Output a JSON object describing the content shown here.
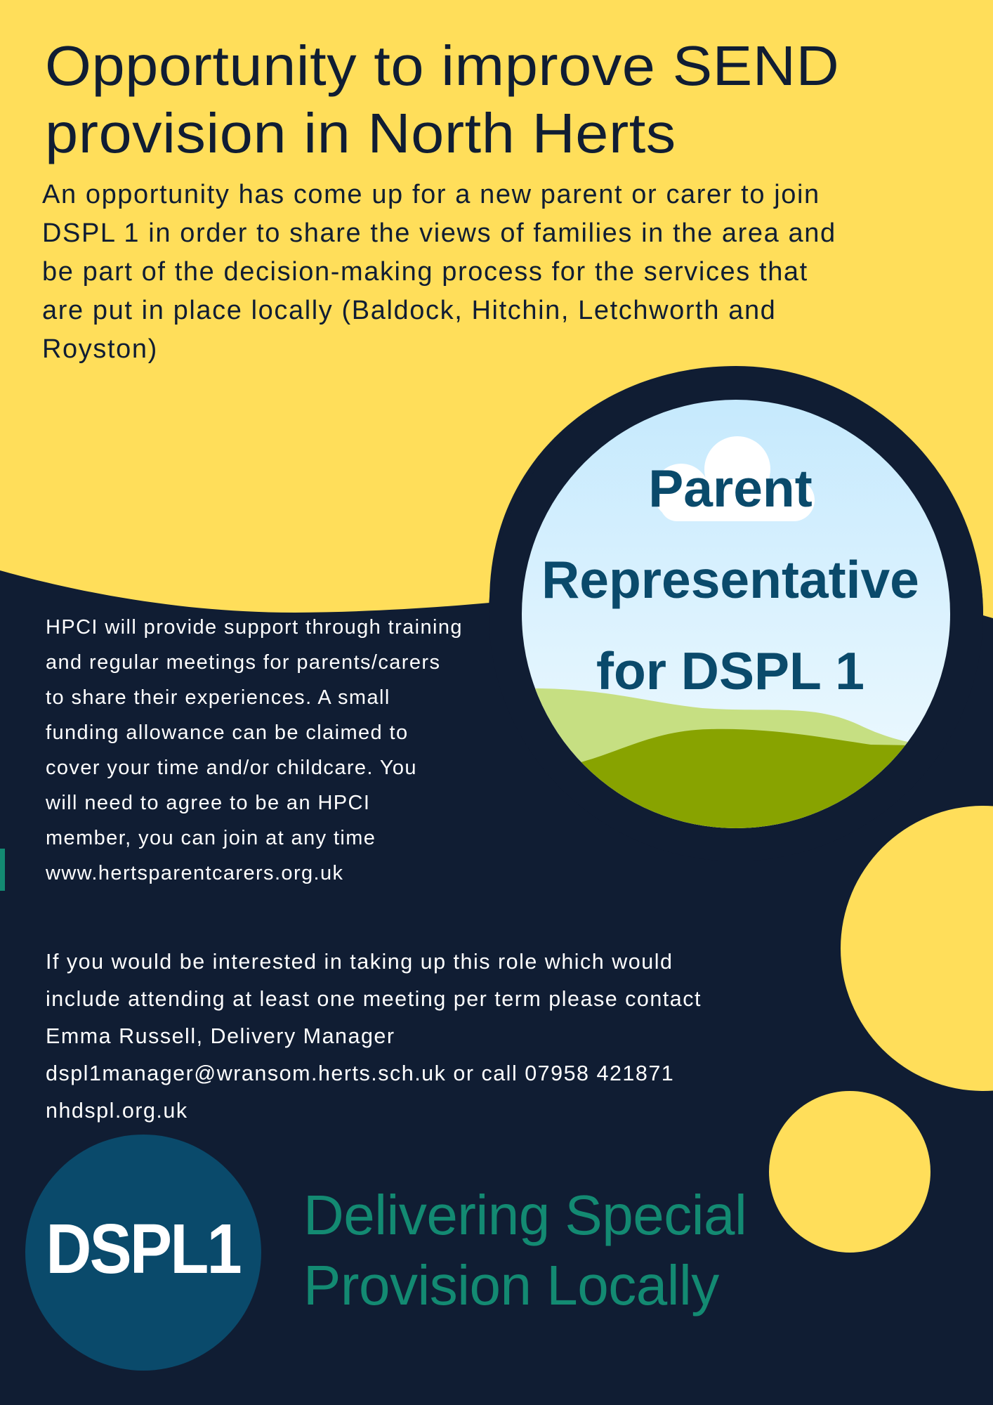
{
  "colors": {
    "yellow": "#ffde5a",
    "navy": "#101d33",
    "dspl_blue": "#0a4a6b",
    "teal": "#138a72",
    "grass_dark": "#88a300",
    "grass_light": "#c6df82",
    "sky": "#c8eafd"
  },
  "header": {
    "title_line1": "Opportunity to improve SEND",
    "title_line2": "provision in North Herts"
  },
  "intro": {
    "lines": [
      "An opportunity has come up for a new parent or carer to join",
      "DSPL 1 in order to share the views of families in the area and",
      "be part of the decision-making process for the services that",
      "are put in place locally (Baldock, Hitchin, Letchworth and",
      "Royston)"
    ]
  },
  "badge": {
    "line1": "Parent",
    "line2": "Representative",
    "line3": "for DSPL 1"
  },
  "support": {
    "lines": [
      "HPCI will provide support through training",
      "and regular meetings for parents/carers",
      "to share their experiences. A small",
      "funding allowance can be claimed to",
      "cover your time and/or childcare.  You",
      "will need to agree to be an HPCI",
      "member, you can join at any time",
      "www.hertsparentcarers.org.uk"
    ]
  },
  "contact": {
    "lines": [
      "If you would be interested in taking up this role which would",
      "include attending at least one meeting per term please contact",
      "Emma Russell, Delivery Manager",
      "dspl1manager@wransom.herts.sch.uk or call 07958 421871",
      "nhdspl.org.uk"
    ]
  },
  "footer": {
    "logo_text": "DSPL1",
    "tagline_line1": "Delivering Special",
    "tagline_line2": "Provision Locally"
  }
}
